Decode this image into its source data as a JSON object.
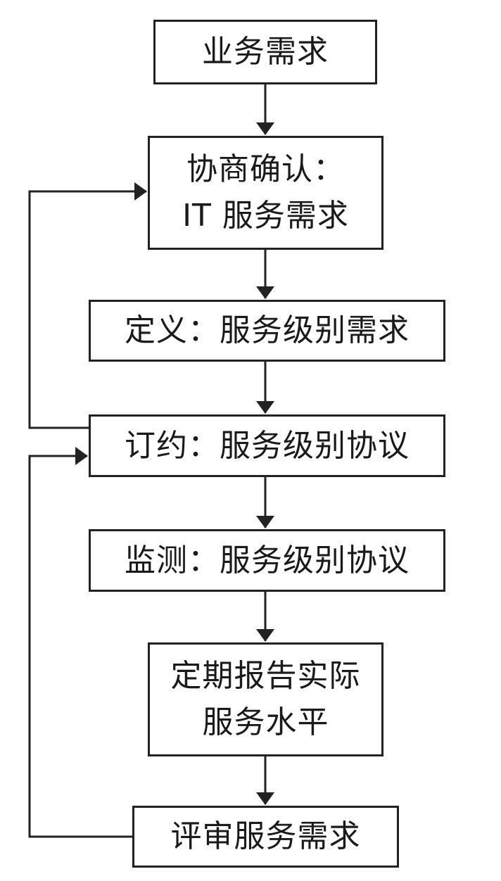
{
  "diagram": {
    "nodes": [
      {
        "id": "business-requirements",
        "lines": [
          "业务需求"
        ]
      },
      {
        "id": "negotiate-confirm",
        "lines": [
          "协商确认：",
          "IT 服务需求"
        ]
      },
      {
        "id": "define",
        "lines": [
          "定义：服务级别需求"
        ]
      },
      {
        "id": "contract",
        "lines": [
          "订约：服务级别协议"
        ]
      },
      {
        "id": "monitor",
        "lines": [
          "监测：服务级别协议"
        ]
      },
      {
        "id": "report",
        "lines": [
          "定期报告实际",
          "服务水平"
        ]
      },
      {
        "id": "review",
        "lines": [
          "评审服务需求"
        ]
      }
    ],
    "edges": [
      {
        "from": "business-requirements",
        "to": "negotiate-confirm"
      },
      {
        "from": "negotiate-confirm",
        "to": "define"
      },
      {
        "from": "define",
        "to": "contract"
      },
      {
        "from": "contract",
        "to": "monitor"
      },
      {
        "from": "monitor",
        "to": "report"
      },
      {
        "from": "report",
        "to": "review"
      },
      {
        "from": "contract",
        "to": "negotiate-confirm",
        "kind": "feedback"
      },
      {
        "from": "review",
        "to": "contract",
        "kind": "feedback"
      }
    ],
    "colors": {
      "stroke": "#222222",
      "text": "#1a1a1a",
      "background": "#ffffff"
    }
  }
}
